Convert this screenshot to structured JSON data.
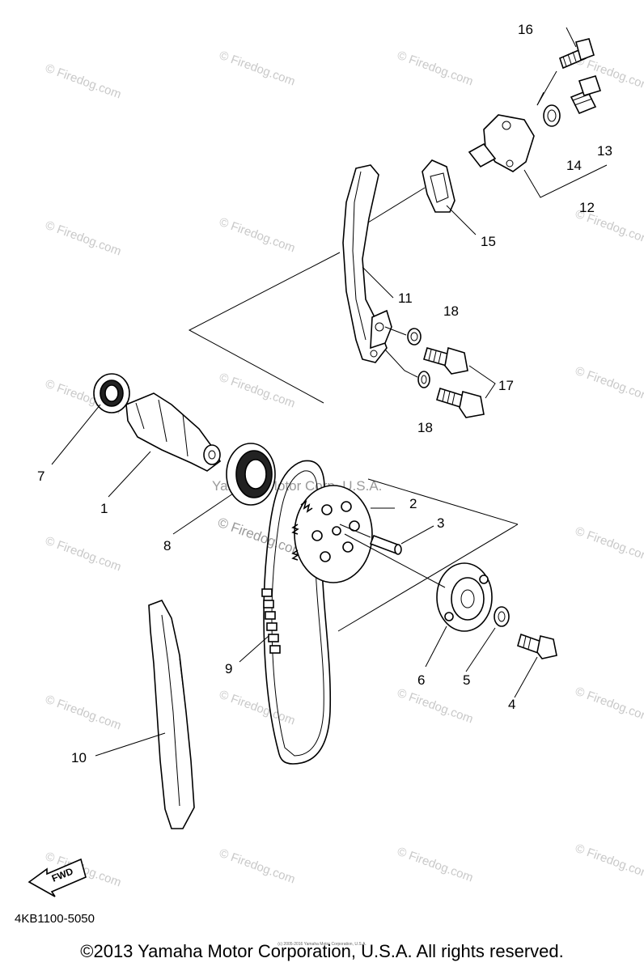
{
  "diagram_code": "4KB1100-5050",
  "center_watermark": {
    "line1": "Yamaha Motor Corp. U.S.A.",
    "line2": "© Firedog.com"
  },
  "watermark_text": "© Firedog.com",
  "fwd_label": "FWD",
  "copyright": "©2013 Yamaha Motor Corporation, U.S.A. All rights reserved.",
  "small_notice": "(c) 2005-2016 Yamaha Motor Corporation, U.S.A.",
  "parts": [
    {
      "id": "part-1",
      "label": "1"
    },
    {
      "id": "part-2",
      "label": "2"
    },
    {
      "id": "part-3",
      "label": "3"
    },
    {
      "id": "part-4",
      "label": "4"
    },
    {
      "id": "part-5",
      "label": "5"
    },
    {
      "id": "part-6",
      "label": "6"
    },
    {
      "id": "part-7",
      "label": "7"
    },
    {
      "id": "part-8",
      "label": "8"
    },
    {
      "id": "part-9",
      "label": "9"
    },
    {
      "id": "part-10",
      "label": "10"
    },
    {
      "id": "part-11",
      "label": "11"
    },
    {
      "id": "part-12",
      "label": "12"
    },
    {
      "id": "part-13",
      "label": "13"
    },
    {
      "id": "part-14",
      "label": "14"
    },
    {
      "id": "part-15",
      "label": "15"
    },
    {
      "id": "part-16",
      "label": "16"
    },
    {
      "id": "part-17",
      "label": "17"
    },
    {
      "id": "part-18a",
      "label": "18"
    },
    {
      "id": "part-18b",
      "label": "18"
    }
  ]
}
